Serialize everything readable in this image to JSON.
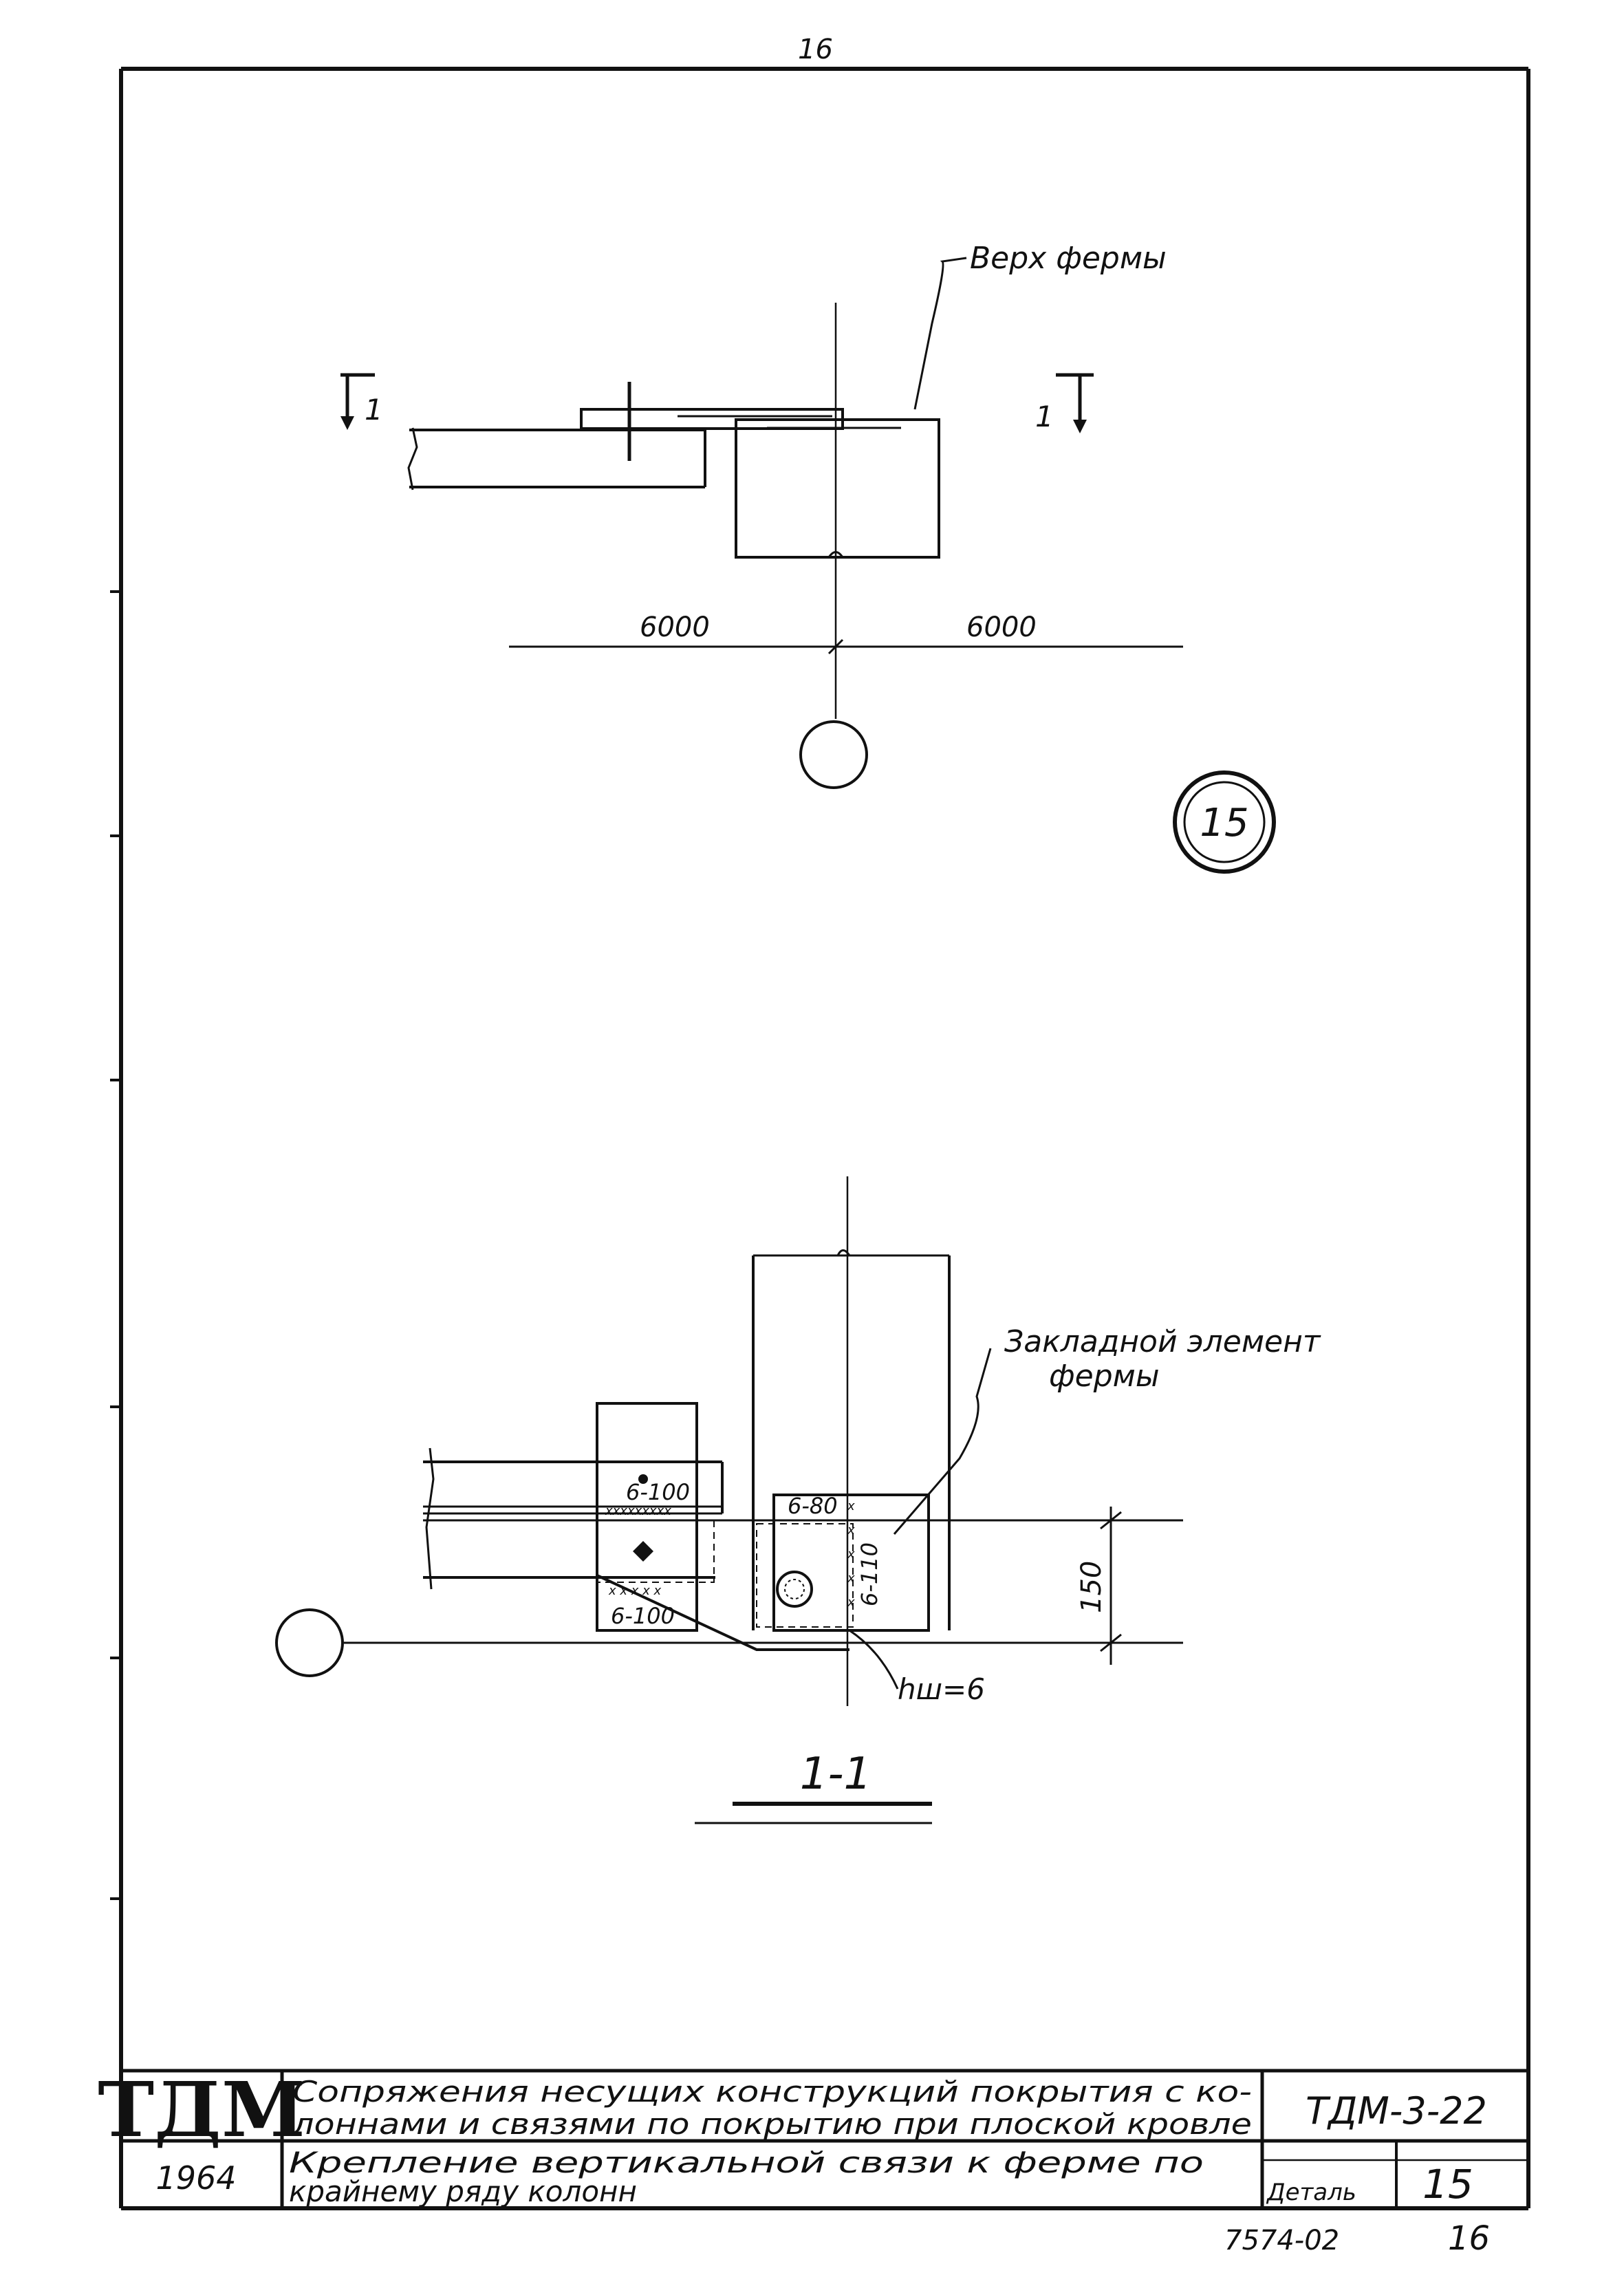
{
  "sheet": {
    "top_page_number": "16",
    "bottom_page_number": "16",
    "archive_number": "7574-02"
  },
  "plan_view": {
    "label_truss_top": "Верх фермы",
    "section_mark_left": "1",
    "section_mark_right": "1",
    "dim_left": "6000",
    "dim_right": "6000",
    "detail_marker": "15"
  },
  "section_view": {
    "label_embedded_element_line1": "Закладной элемент",
    "label_embedded_element_line2": "фермы",
    "weld_top_left": "6-100",
    "weld_bottom_left": "6-100",
    "weld_top_right": "6-80",
    "weld_vertical": "6-110",
    "dim_height": "150",
    "weld_leg": "hш=6",
    "section_title": "1-1"
  },
  "title_block": {
    "org_logo": "ТДМ",
    "year": "1964",
    "series_title_line1": "Сопряжения несущих конструкций покрытия с ко-",
    "series_title_line2": "лоннами и связями по покрытию при плоской кровле",
    "series_code": "ТДМ-3-22",
    "sheet_title_line1": "Крепление вертикальной связи к ферме по",
    "sheet_title_line2": "крайнему ряду колонн",
    "detail_label": "Деталь",
    "detail_number": "15"
  }
}
